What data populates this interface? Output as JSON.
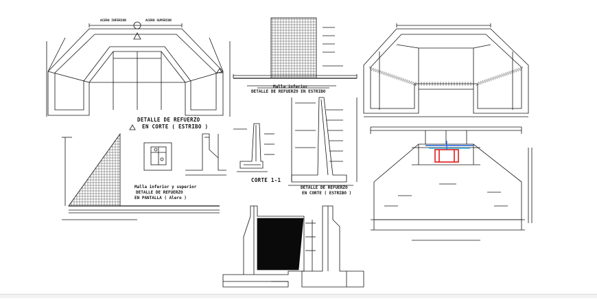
{
  "drawing": {
    "top_left_scale_left": "ACERO INFERIOR",
    "top_left_scale_right": "ACERO SUPERIOR",
    "top_center_caption_1": "Malla inferior",
    "top_center_caption_2": "DETALLE DE REFUERZO EN ESTRIBO",
    "detail_corte_title_1": "DETALLE DE REFUERZO",
    "detail_corte_title_2": "EN CORTE ( ESTRIBO )",
    "malla_caption_1": "Malla inferior y superior",
    "malla_caption_2": "DETALLE DE REFUERZO",
    "malla_caption_3": "EN PANTALLA ( Alero )",
    "corte_label": "CORTE 1-1",
    "center_caption_1": "DETALLE DE REFUERZO",
    "center_caption_2": "EN CORTE ( ESTRIBO )"
  },
  "colors": {
    "line": "#111111",
    "accent_red": "#e01818",
    "accent_blue": "#1f5fd6",
    "accent_cyan": "#22b8e6"
  }
}
